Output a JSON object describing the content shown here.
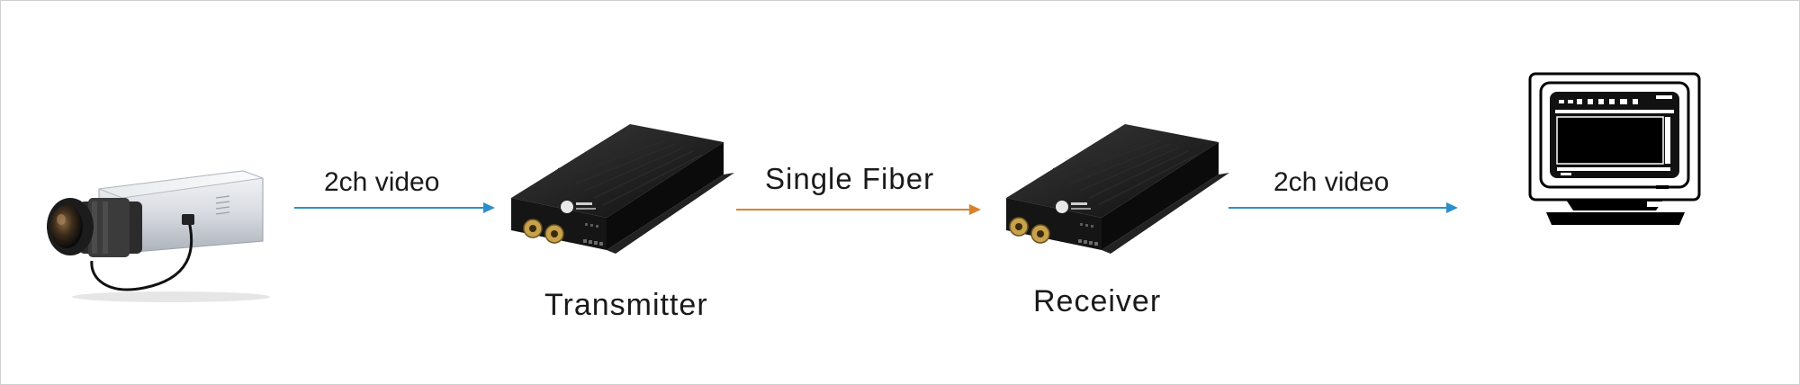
{
  "diagram": {
    "nodes": {
      "camera": {
        "icon": "cctv-camera-icon"
      },
      "transmitter": {
        "label": "Transmitter",
        "icon": "fiber-transmitter-icon"
      },
      "receiver": {
        "label": "Receiver",
        "icon": "fiber-receiver-icon"
      },
      "monitor": {
        "icon": "crt-monitor-icon"
      }
    },
    "links": [
      {
        "label": "2ch video",
        "color": "#2d8fc9"
      },
      {
        "label": "Single Fiber",
        "color": "#d9822b"
      },
      {
        "label": "2ch video",
        "color": "#2d8fc9"
      }
    ]
  }
}
